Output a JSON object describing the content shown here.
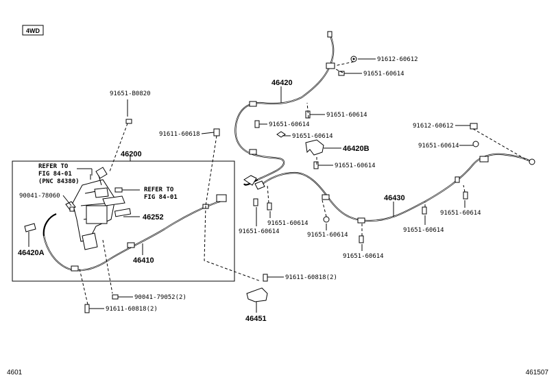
{
  "badge": "4WD",
  "footer": {
    "left": "4601",
    "right": "461507"
  },
  "labels": {
    "p91612_60612_a": "91612-60612",
    "p91651_60614_a": "91651-60614",
    "p46420": "46420",
    "p91651_B0820": "91651-B0820",
    "p91651_60614_b": "91651-60614",
    "p91651_60614_c": "91651-60614",
    "p91611_60618": "91611-60618",
    "p91651_60614_d": "91651-60614",
    "p46420B": "46420B",
    "p91651_60614_e": "91651-60614",
    "p91612_60612_b": "91612-60612",
    "p91651_60614_f": "91651-60614",
    "p46200": "46200",
    "ref1_a": "REFER TO",
    "ref1_b": "FIG 84-01",
    "ref1_c": "(PNC 84380)",
    "ref2_a": "REFER TO",
    "ref2_b": "FIG 84-01",
    "p90041_78060": "90041-78060",
    "p46252": "46252",
    "p46430": "46430",
    "p91651_60614_g": "91651-60614",
    "p91651_60614_h": "91651-60614",
    "p91651_60614_i": "91651-60614",
    "p91651_60614_j": "91651-60614",
    "p91651_60614_k": "91651-60614",
    "p91651_60614_l": "91651-60614",
    "p46420A": "46420A",
    "p46410": "46410",
    "p91611_60818_a": "91611-60818(2)",
    "p90041_79052": "90041-79052(2)",
    "p91611_60818_b": "91611-60818(2)",
    "p46451": "46451"
  }
}
